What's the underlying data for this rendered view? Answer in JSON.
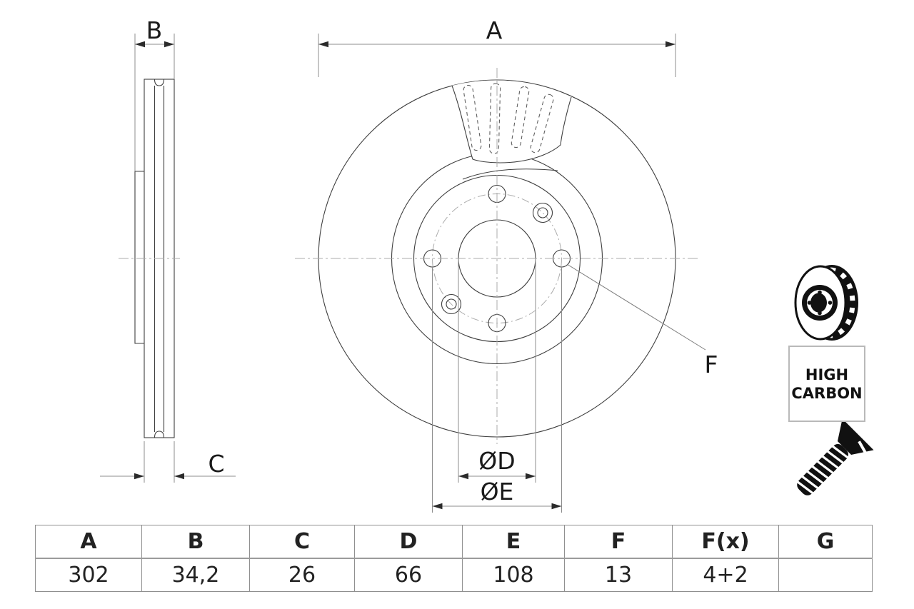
{
  "drawing": {
    "dimension_labels": {
      "A": "A",
      "B": "B",
      "C": "C",
      "F": "F",
      "D": "ØD",
      "E": "ØE"
    }
  },
  "icons": {
    "brake_disc": "brake-disc-3d-icon",
    "screw": "countersunk-screw-icon"
  },
  "badge": {
    "line1": "HIGH",
    "line2": "CARBON"
  },
  "spec_table": {
    "headers": [
      "A",
      "B",
      "C",
      "D",
      "E",
      "F",
      "F(x)",
      "G"
    ],
    "values": [
      "302",
      "34,2",
      "26",
      "66",
      "108",
      "13",
      "4+2",
      ""
    ]
  },
  "colors": {
    "part_line": "#3f3f3f",
    "dimension_line": "#8c8c8c",
    "arrowhead": "#2b2b2b",
    "centerline": "#ababab",
    "slot_dashed": "#606060",
    "table_border": "#8f8f8f",
    "text": "#1a1a1a",
    "icon_fill": "#111111"
  }
}
